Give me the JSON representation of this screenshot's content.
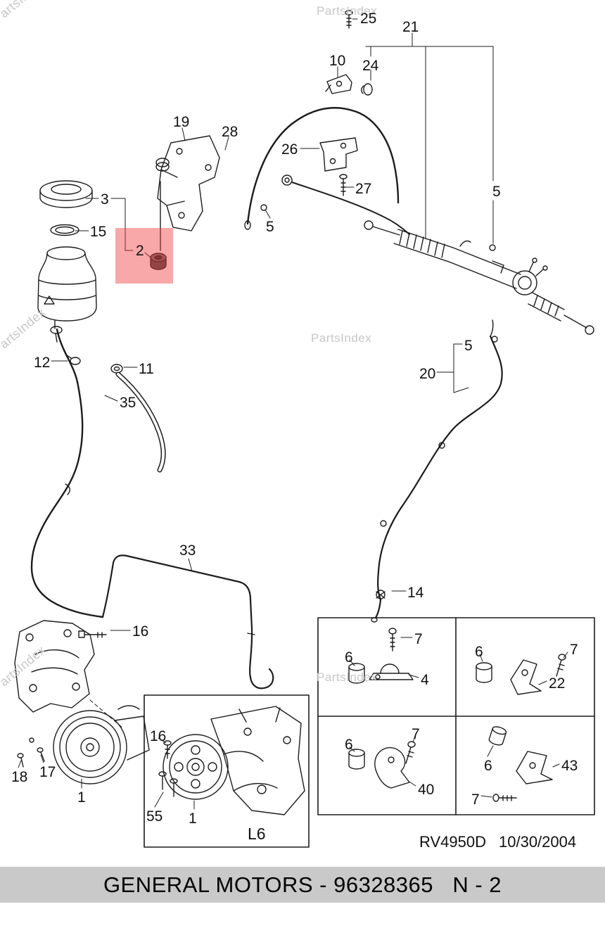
{
  "watermark": {
    "text": "PartsIndex"
  },
  "footer": {
    "text": "GENERAL MOTORS - 96328365   N - 2"
  },
  "doc_ref": {
    "code": "RV4950D",
    "date": "10/30/2004"
  },
  "inset": {
    "engine_code": "L6"
  },
  "highlight": {
    "part_label": "2",
    "color": "#ef3e3e"
  },
  "colors": {
    "line": "#1c1c1c",
    "footer_bar": "#c9c9c9",
    "watermark": "#c7c7c7"
  },
  "callouts": [
    "25",
    "21",
    "10",
    "24",
    "19",
    "28",
    "26",
    "27",
    "5",
    "3",
    "15",
    "2",
    "5",
    "12",
    "11",
    "35",
    "5",
    "20",
    "33",
    "14",
    "16",
    "18",
    "17",
    "1",
    "16",
    "55",
    "1",
    "7",
    "6",
    "4",
    "6",
    "7",
    "22",
    "6",
    "7",
    "40",
    "6",
    "43",
    "7"
  ]
}
